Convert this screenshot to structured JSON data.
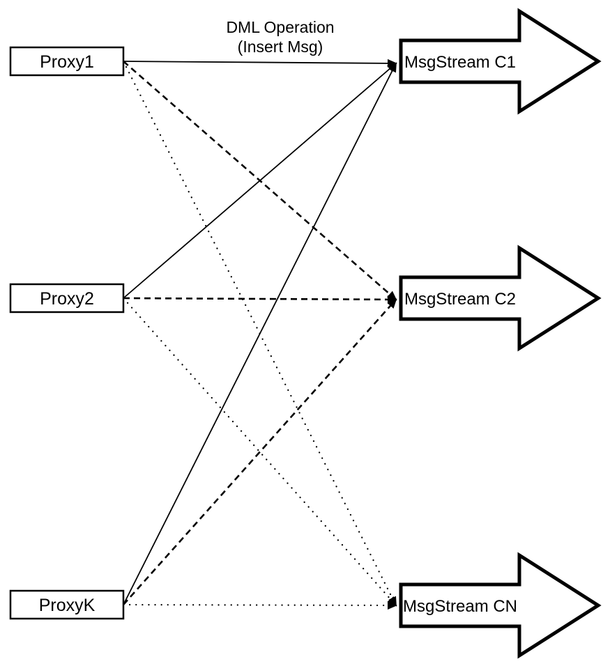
{
  "title": {
    "line1": "DML Operation",
    "line2": "(Insert Msg)"
  },
  "proxies": [
    {
      "id": "proxy1",
      "label": "Proxy1"
    },
    {
      "id": "proxy2",
      "label": "Proxy2"
    },
    {
      "id": "proxyk",
      "label": "ProxyK"
    }
  ],
  "streams": [
    {
      "id": "stream_c1",
      "label": "MsgStream C1"
    },
    {
      "id": "stream_c2",
      "label": "MsgStream C2"
    },
    {
      "id": "stream_cn",
      "label": "MsgStream CN"
    }
  ],
  "edges": [
    {
      "from": "proxy1",
      "to": "stream_c1",
      "style": "solid"
    },
    {
      "from": "proxy2",
      "to": "stream_c1",
      "style": "solid"
    },
    {
      "from": "proxyk",
      "to": "stream_c1",
      "style": "solid"
    },
    {
      "from": "proxy1",
      "to": "stream_c2",
      "style": "dashed"
    },
    {
      "from": "proxy2",
      "to": "stream_c2",
      "style": "dashed"
    },
    {
      "from": "proxyk",
      "to": "stream_c2",
      "style": "dashed"
    },
    {
      "from": "proxy1",
      "to": "stream_cn",
      "style": "dotted"
    },
    {
      "from": "proxy2",
      "to": "stream_cn",
      "style": "dotted"
    },
    {
      "from": "proxyk",
      "to": "stream_cn",
      "style": "dotted"
    }
  ],
  "colors": {
    "stroke": "#000000",
    "fill": "#ffffff",
    "background": "#ffffff"
  }
}
